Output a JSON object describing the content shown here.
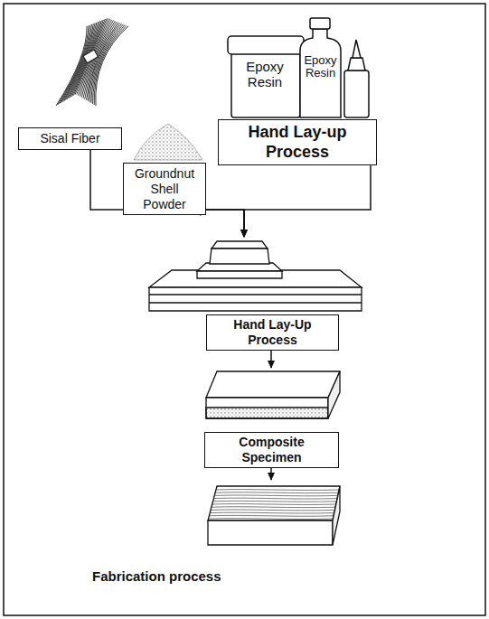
{
  "diagram": {
    "caption": "Fabrication process",
    "nodes": [
      {
        "text": [
          "Sisal Fiber"
        ]
      },
      {
        "text": [
          "Groundnut Shell Powder"
        ]
      },
      {
        "text": [
          "Hand Lay-up Process"
        ]
      },
      {
        "text": [
          "Hand Lay-Up Process"
        ]
      },
      {
        "text": [
          "Composite Specimen"
        ]
      }
    ],
    "edges": [
      {
        "from": 0,
        "to": 3,
        "arrow": "to"
      },
      {
        "from": 1,
        "to": 3,
        "arrow": "to"
      },
      {
        "from": 2,
        "to": 3,
        "arrow": "to"
      },
      {
        "from": 3,
        "to": 4,
        "arrow": "to"
      }
    ],
    "labels": [
      "Epoxy Resin",
      "Epoxy Resin"
    ]
  }
}
